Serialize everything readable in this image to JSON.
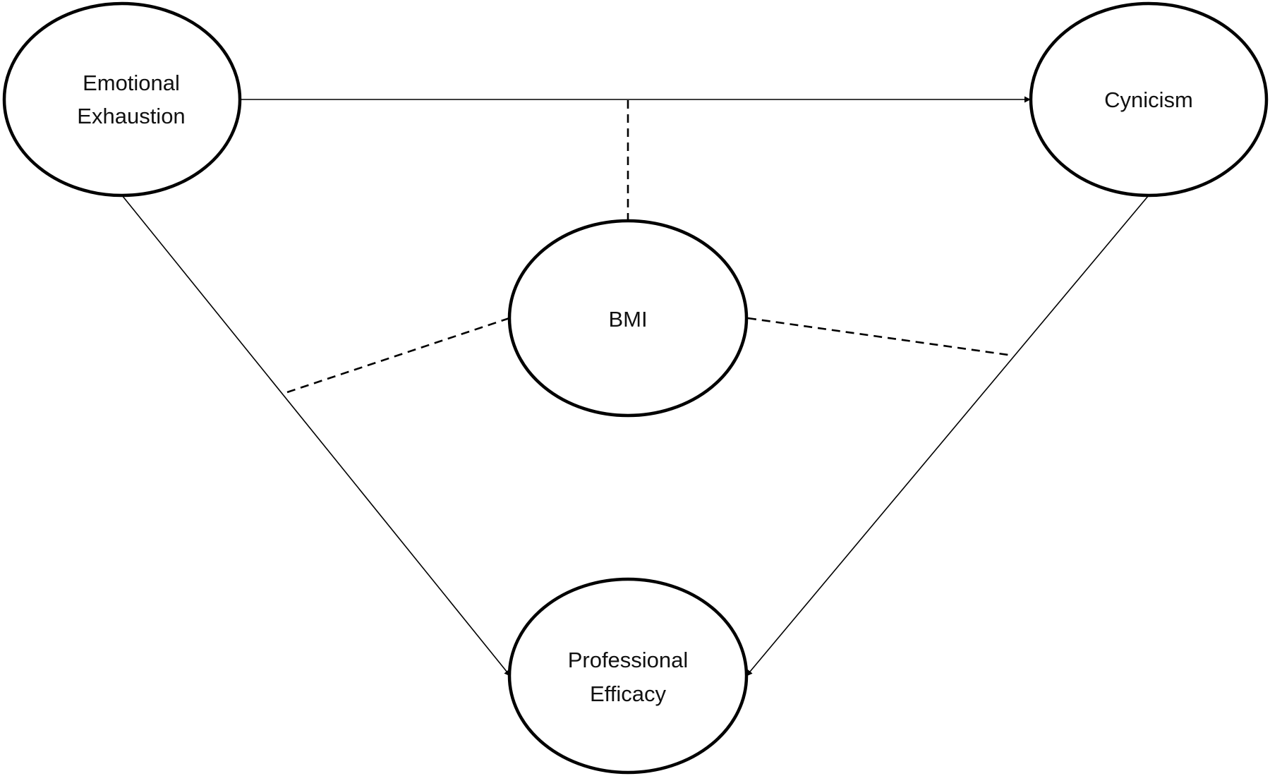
{
  "diagram": {
    "nodes": {
      "emotional_exhaustion": {
        "line1": "Emotional",
        "line2": "Exhaustion"
      },
      "cynicism": {
        "line1": "Cynicism"
      },
      "bmi": {
        "line1": "BMI"
      },
      "professional_efficacy": {
        "line1": "Professional",
        "line2": "Efficacy"
      }
    },
    "edges": [
      {
        "from": "Emotional Exhaustion",
        "to": "Cynicism",
        "style": "solid-arrow"
      },
      {
        "from": "Emotional Exhaustion",
        "to": "Professional Efficacy",
        "style": "solid-arrow"
      },
      {
        "from": "Cynicism",
        "to": "Professional Efficacy",
        "style": "solid-arrow"
      },
      {
        "from": "BMI",
        "to": "Emotional Exhaustion → Cynicism path",
        "style": "dashed-moderation"
      },
      {
        "from": "BMI",
        "to": "Emotional Exhaustion → Professional Efficacy path",
        "style": "dashed-moderation"
      },
      {
        "from": "BMI",
        "to": "Cynicism → Professional Efficacy path",
        "style": "dashed-moderation"
      }
    ],
    "colors": {
      "stroke": "#000000",
      "background": "#ffffff",
      "text": "#111111"
    }
  }
}
